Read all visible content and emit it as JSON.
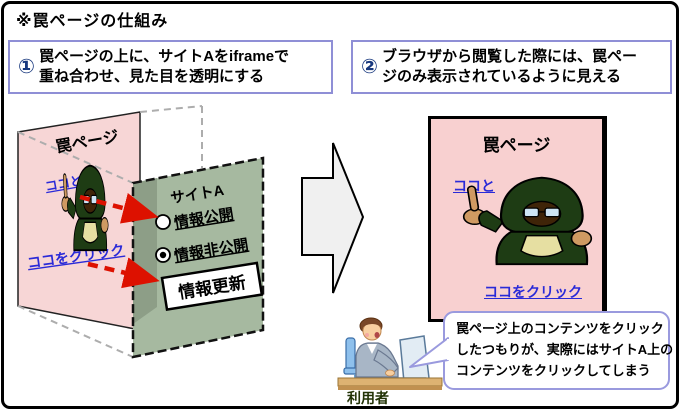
{
  "title": "※罠ページの仕組み",
  "steps": [
    {
      "num": "①",
      "line1": "罠ページの上に、サイトAをiframeで",
      "line2": "重ね合わせ、見た目を透明にする"
    },
    {
      "num": "②",
      "line1": "ブラウザから閲覧した際には、罠ペー",
      "line2": "ジのみ表示されているように見える"
    }
  ],
  "left_diagram": {
    "trap_page_title": "罠ページ",
    "link_here": "ココと",
    "link_click": "ココをクリック",
    "site_panel": {
      "title": "サイトA",
      "radio_public": "情報公開",
      "radio_private": "情報非公開",
      "selected_radio": "情報非公開",
      "update_button": "情報更新"
    }
  },
  "right_page": {
    "title": "罠ページ",
    "link_here": "ココと",
    "link_click": "ココをクリック"
  },
  "user_label": "利用者",
  "speech_bubble": {
    "line1": "罠ページ上のコンテンツをクリック",
    "line2": "したつもりが、実際にはサイトA上の",
    "line3": "コンテンツをクリックしてしまう"
  },
  "colors": {
    "trap_page_pink": "#f7d6d6",
    "site_panel_green": "#a6b9a0",
    "site_panel_shadow": "#8d9e87",
    "arrow_red": "#dd1100",
    "link_blue": "#2a2ad8",
    "bubble_border": "#9a9ade",
    "stepbox_border": "#8f8fd6",
    "step_number_navy": "#18387e"
  }
}
